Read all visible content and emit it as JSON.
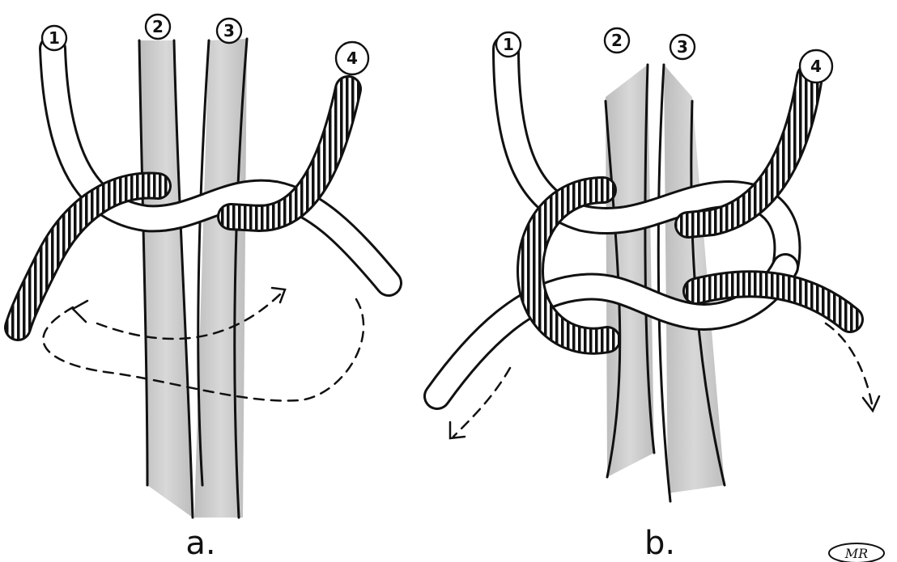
{
  "panels": [
    {
      "letter": "a.",
      "strands": [
        "1",
        "2",
        "3",
        "4"
      ]
    },
    {
      "letter": "b.",
      "strands": [
        "1",
        "2",
        "3",
        "4"
      ]
    }
  ],
  "signature": "MR",
  "colors": {
    "ink": "#111111",
    "core": "#c9c9c9",
    "background": "#ffffff"
  }
}
